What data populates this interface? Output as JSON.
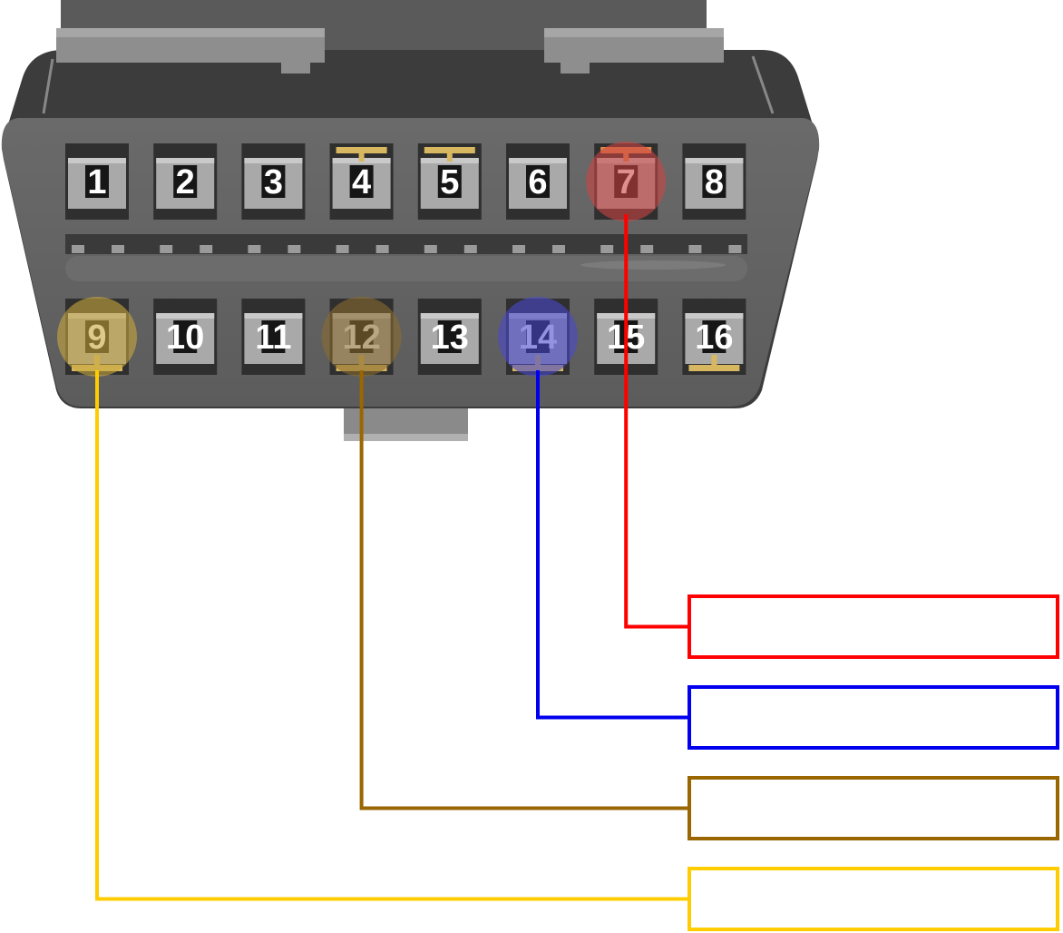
{
  "connector": {
    "top_row": [
      {
        "num": "1",
        "pin": false
      },
      {
        "num": "2",
        "pin": false
      },
      {
        "num": "3",
        "pin": false
      },
      {
        "num": "4",
        "pin": true
      },
      {
        "num": "5",
        "pin": true
      },
      {
        "num": "6",
        "pin": false
      },
      {
        "num": "7",
        "pin": true
      },
      {
        "num": "8",
        "pin": false
      }
    ],
    "bottom_row": [
      {
        "num": "9",
        "pin": true
      },
      {
        "num": "10",
        "pin": false
      },
      {
        "num": "11",
        "pin": false
      },
      {
        "num": "12",
        "pin": true
      },
      {
        "num": "13",
        "pin": false
      },
      {
        "num": "14",
        "pin": true
      },
      {
        "num": "15",
        "pin": false
      },
      {
        "num": "16",
        "pin": true
      }
    ]
  },
  "callouts": [
    {
      "pin": "7",
      "color": "#ff0000",
      "label": ""
    },
    {
      "pin": "14",
      "color": "#0000ee",
      "label": ""
    },
    {
      "pin": "12",
      "color": "#996600",
      "label": ""
    },
    {
      "pin": "9",
      "color": "#ffcc00",
      "label": ""
    }
  ]
}
